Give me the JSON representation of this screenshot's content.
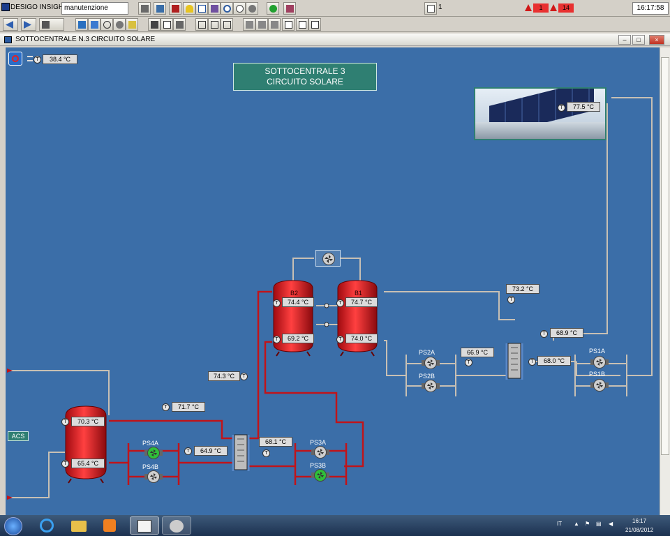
{
  "toolbar": {
    "app_name": "DESIGO INSIGHT",
    "user": "manutenzione",
    "counter_value": "1",
    "alarm_count": "1",
    "event_count": "14",
    "clock": "16:17:58"
  },
  "window": {
    "title": "SOTTOCENTRALE N.3 CIRCUITO SOLARE",
    "minimize": "–",
    "maximize": "□",
    "close": "×"
  },
  "plant": {
    "title_line1": "SOTTOCENTRALE 3",
    "title_line2": "CIRCUITO SOLARE",
    "outdoor_temp": "38.4 °C",
    "solar_panel_temp": "77.5 °C",
    "acs_label": "ACS",
    "tank_b1_label": "B1",
    "tank_b2_label": "B2",
    "b2_top": "74.4 °C",
    "b1_top": "74.7 °C",
    "b2_bottom": "69.2 °C",
    "b1_bottom": "74.0 °C",
    "t_73_2": "73.2 °C",
    "t_68_9": "68.9 °C",
    "t_66_9": "66.9 °C",
    "t_68_0": "68.0 °C",
    "t_74_3": "74.3 °C",
    "t_71_7": "71.7 °C",
    "acs_top": "70.3 °C",
    "acs_bottom": "65.4 °C",
    "t_64_9": "64.9 °C",
    "t_68_1": "68.1 °C",
    "pumps": {
      "ps1a": "PS1A",
      "ps1b": "PS1B",
      "ps2a": "PS2A",
      "ps2b": "PS2B",
      "ps3a": "PS3A",
      "ps3b": "PS3B",
      "ps4a": "PS4A",
      "ps4b": "PS4B"
    },
    "t_symbol": "T"
  },
  "taskbar": {
    "language": "IT",
    "time": "16:17",
    "date": "21/08/2012"
  },
  "colors": {
    "canvas": "#3b6ea8",
    "hot_pipe": "#c0141a",
    "cold_pipe": "#c8c0b4",
    "tank": "#e0161c",
    "pump_on": "#2fbf3a"
  }
}
